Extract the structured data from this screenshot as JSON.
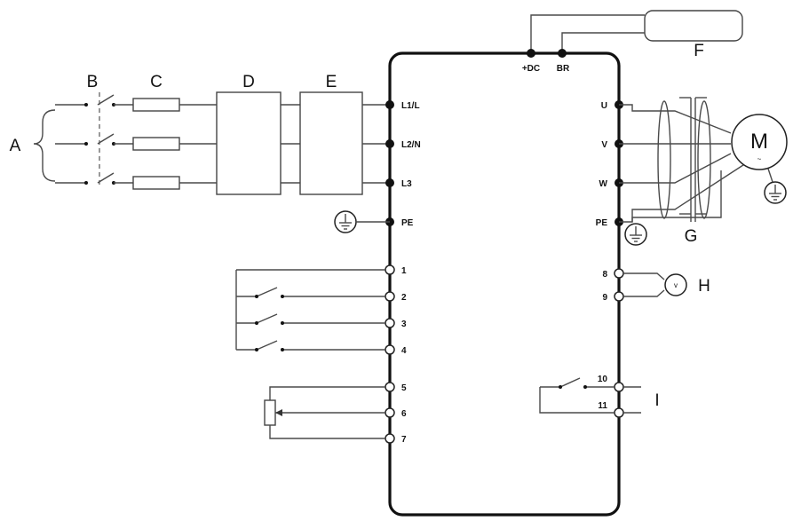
{
  "legend_letters": {
    "a": "A",
    "b": "B",
    "c": "C",
    "d": "D",
    "e": "E",
    "f": "F",
    "g": "G",
    "h": "H",
    "i": "I"
  },
  "terminals": {
    "dc_plus": "+DC",
    "br": "BR",
    "l1": "L1/L",
    "l2": "L2/N",
    "l3": "L3",
    "pe_in": "PE",
    "u": "U",
    "v": "V",
    "w": "W",
    "pe_out": "PE",
    "t1": "1",
    "t2": "2",
    "t3": "3",
    "t4": "4",
    "t5": "5",
    "t6": "6",
    "t7": "7",
    "t8": "8",
    "t9": "9",
    "t10": "10",
    "t11": "11"
  },
  "motor": {
    "label": "M",
    "wave": "~"
  },
  "meter": {
    "label": "v"
  }
}
